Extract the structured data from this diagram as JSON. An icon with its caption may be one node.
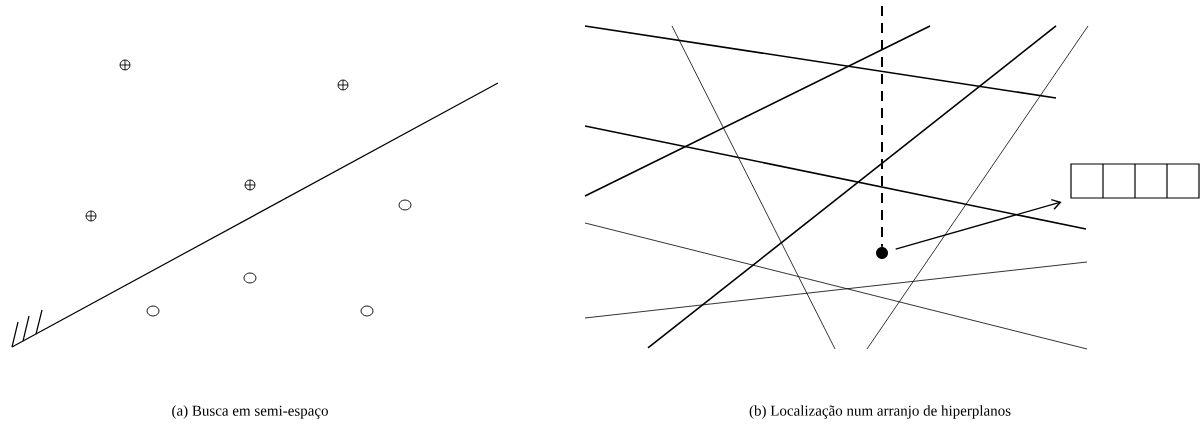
{
  "diagram": {
    "nodes": [
      {
        "text": [],
        "shape": "circle"
      },
      {
        "text": [],
        "shape": "box"
      }
    ],
    "edges": [
      {
        "from": 0,
        "to": 1,
        "arrow": "to"
      },
      {
        "from": null,
        "to": 0,
        "arrow": "none",
        "style": "dashed"
      }
    ],
    "labels": [
      "(a) Busca em semi-espaço",
      "(b) Localização num arranjo de hiperplanos"
    ]
  }
}
